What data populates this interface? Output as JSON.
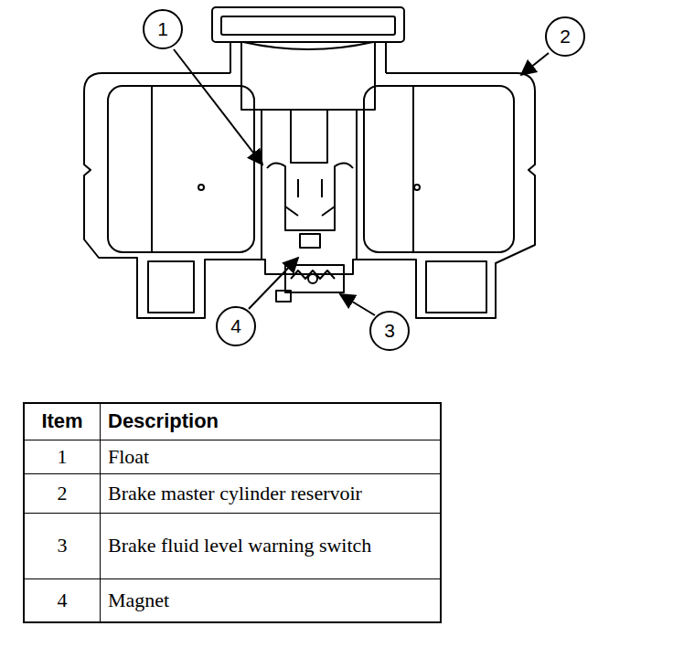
{
  "diagram": {
    "nodes": [
      {
        "text": [
          "1"
        ]
      },
      {
        "text": [
          "2"
        ]
      },
      {
        "text": [
          "4"
        ]
      },
      {
        "text": [
          "3"
        ]
      }
    ],
    "labels": [
      "Item",
      "Description",
      "1",
      "Float",
      "2",
      "Brake master cylinder reservoir",
      "3",
      "Brake fluid level warning switch",
      "4",
      "Magnet"
    ]
  }
}
